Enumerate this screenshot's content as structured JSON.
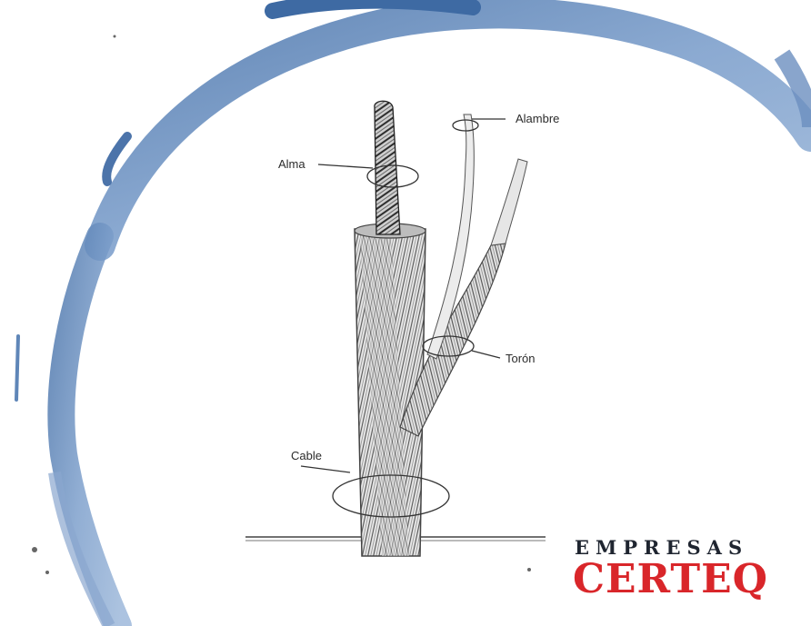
{
  "labels": {
    "alambre": "Alambre",
    "alma": "Alma",
    "toron": "Torón",
    "cable": "Cable"
  },
  "brand": {
    "top": "EMPRESAS",
    "main": "CERTEQ",
    "top_color": "#1f2530",
    "main_color": "#d9262a"
  },
  "colors": {
    "brush_stroke": "#5f86b8",
    "line": "#333333"
  }
}
